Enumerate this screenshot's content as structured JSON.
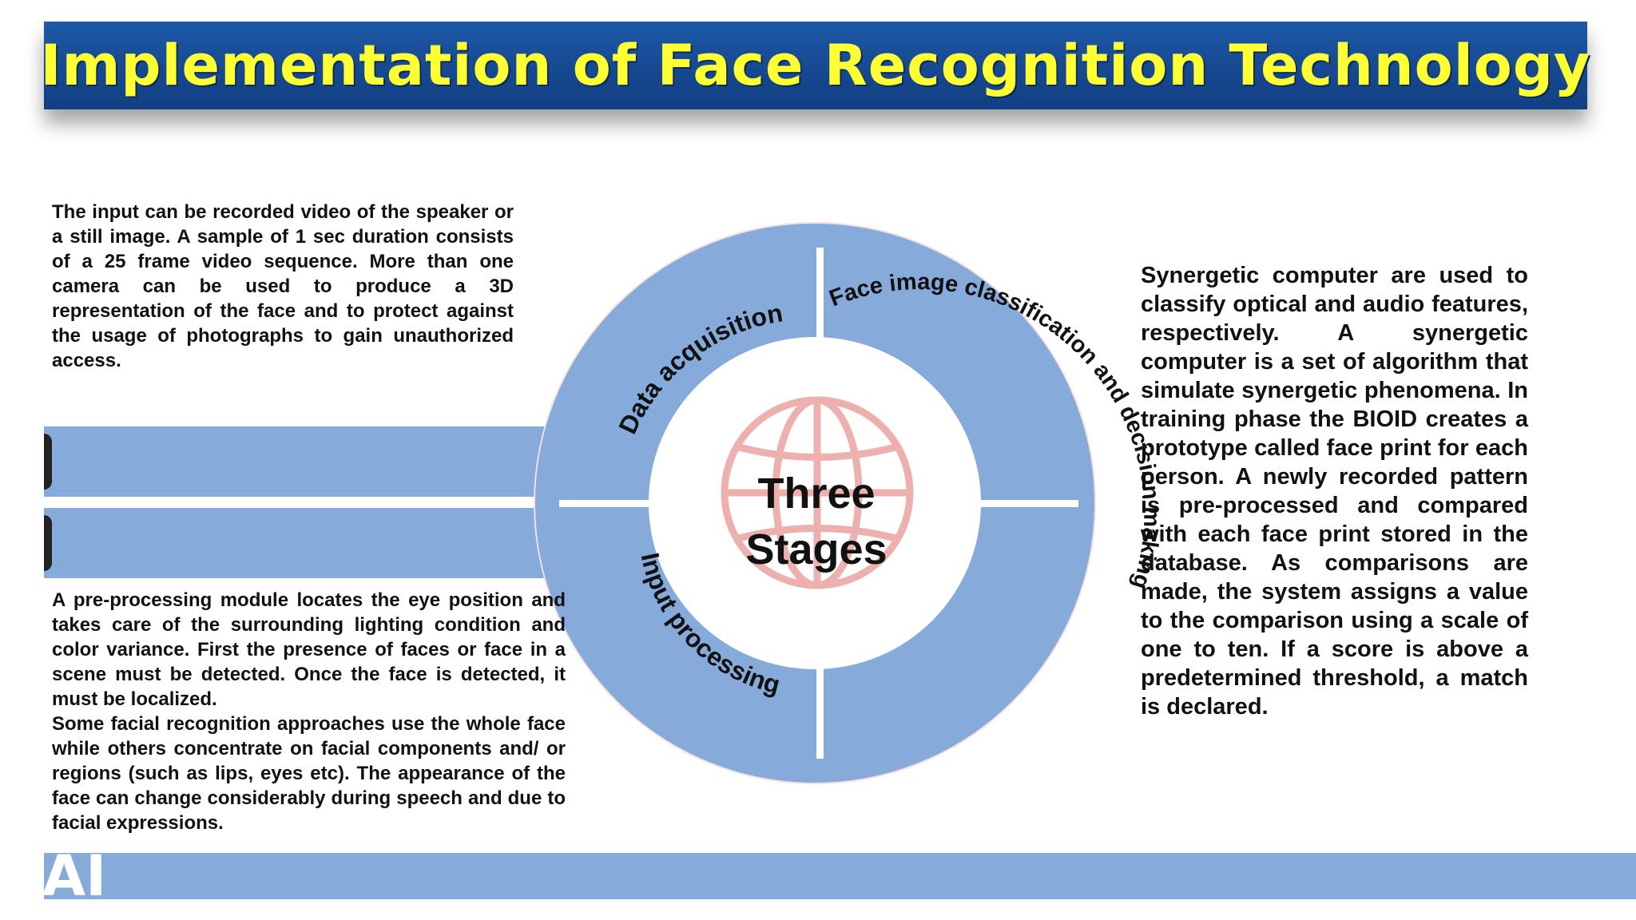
{
  "title": "Implementation of Face Recognition Technology",
  "paragraphs": {
    "left_top": "The input can be recorded video of the speaker or a still image. A sample of 1 sec duration consists of a 25 frame video sequence. More than one camera can be used to produce a 3D representation of the face and to protect against the usage of photographs to gain unauthorized access.",
    "left_bottom_1": "A pre-processing module locates the eye position and takes care of the surrounding lighting condition and color variance. First the presence of faces or face in a scene must be detected. Once the face is detected, it must be localized.",
    "left_bottom_2": "Some facial recognition approaches use the whole face while others concentrate on facial components and/ or regions (such as lips, eyes etc). The appearance of the face can change considerably during speech and due to facial expressions.",
    "right": "Synergetic computer are used to classify optical and audio features, respectively. A synergetic computer is a set of algorithm that simulate synergetic phenomena. In training phase the BIOID creates a prototype called face print for each person. A newly recorded pattern is pre-processed and compared with each face print stored in the database. As comparisons are made, the system assigns a value to the comparison using a scale of one to ten. If a score is above a predetermined threshold, a match is declared."
  },
  "diagram": {
    "center_line1": "Three",
    "center_line2": "Stages",
    "stage_data_acquisition": "Data acquisition",
    "stage_face_classification": "Face image classification and decision making",
    "stage_input_processing": "Input processing"
  },
  "footer": {
    "logo_text": "AI"
  },
  "colors": {
    "title_bg": "#174b94",
    "title_text": "#ffff33",
    "ring": "#86aada",
    "halo": "#e8b4b4",
    "globe": "#e07c7c"
  }
}
